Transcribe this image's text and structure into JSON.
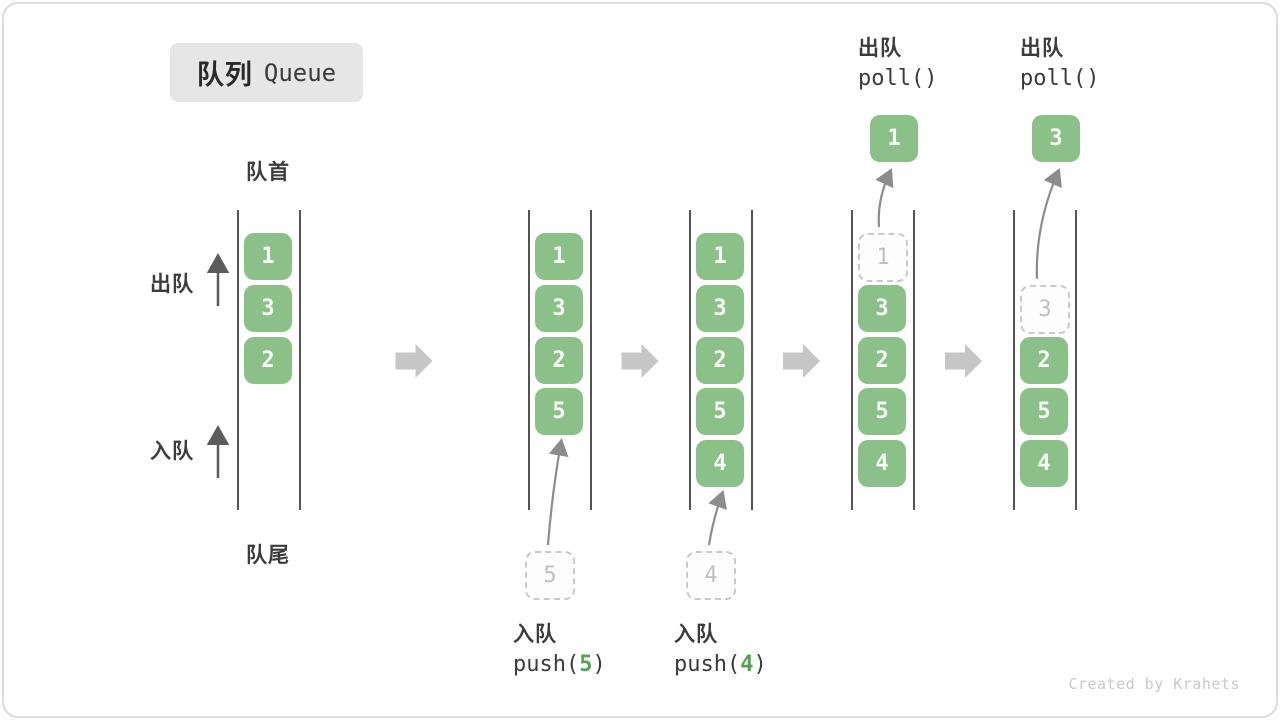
{
  "title": {
    "zh": "队列",
    "en": "Queue"
  },
  "side_labels": {
    "front": "队首",
    "rear": "队尾",
    "dequeue": "出队",
    "enqueue": "入队"
  },
  "watermark": "Created by Krahets",
  "colors": {
    "element_green": "#8bc089",
    "element_text": "#fafcf9",
    "dashed_border": "#c9c9c9",
    "dashed_text": "#bfbfbf",
    "container_line": "#535353",
    "label_text": "#3c3c3c",
    "block_arrow": "#c6c6c6",
    "thin_arrow": "#8c8c8c",
    "side_arrow": "#5c5c5c",
    "code_arg_green": "#55a055",
    "badge_bg": "#e6e6e6"
  },
  "states": [
    {
      "slots": [
        {
          "value": "1",
          "type": "green"
        },
        {
          "value": "3",
          "type": "green"
        },
        {
          "value": "2",
          "type": "green"
        }
      ]
    },
    {
      "slots": [
        {
          "value": "1",
          "type": "green"
        },
        {
          "value": "3",
          "type": "green"
        },
        {
          "value": "2",
          "type": "green"
        },
        {
          "value": "5",
          "type": "green"
        }
      ],
      "below": {
        "box_value": "5",
        "label": "入队",
        "code_pre": "push(",
        "code_arg": "5",
        "code_post": ")"
      }
    },
    {
      "slots": [
        {
          "value": "1",
          "type": "green"
        },
        {
          "value": "3",
          "type": "green"
        },
        {
          "value": "2",
          "type": "green"
        },
        {
          "value": "5",
          "type": "green"
        },
        {
          "value": "4",
          "type": "green"
        }
      ],
      "below": {
        "box_value": "4",
        "label": "入队",
        "code_pre": "push(",
        "code_arg": "4",
        "code_post": ")"
      }
    },
    {
      "slots": [
        {
          "value": "1",
          "type": "dashed"
        },
        {
          "value": "3",
          "type": "green"
        },
        {
          "value": "2",
          "type": "green"
        },
        {
          "value": "5",
          "type": "green"
        },
        {
          "value": "4",
          "type": "green"
        }
      ],
      "above": {
        "box_value": "1",
        "label": "出队",
        "code": "poll()"
      }
    },
    {
      "slots": [
        {
          "value": "",
          "type": "empty"
        },
        {
          "value": "3",
          "type": "dashed"
        },
        {
          "value": "2",
          "type": "green"
        },
        {
          "value": "5",
          "type": "green"
        },
        {
          "value": "4",
          "type": "green"
        }
      ],
      "above": {
        "box_value": "3",
        "label": "出队",
        "code": "poll()"
      }
    }
  ]
}
